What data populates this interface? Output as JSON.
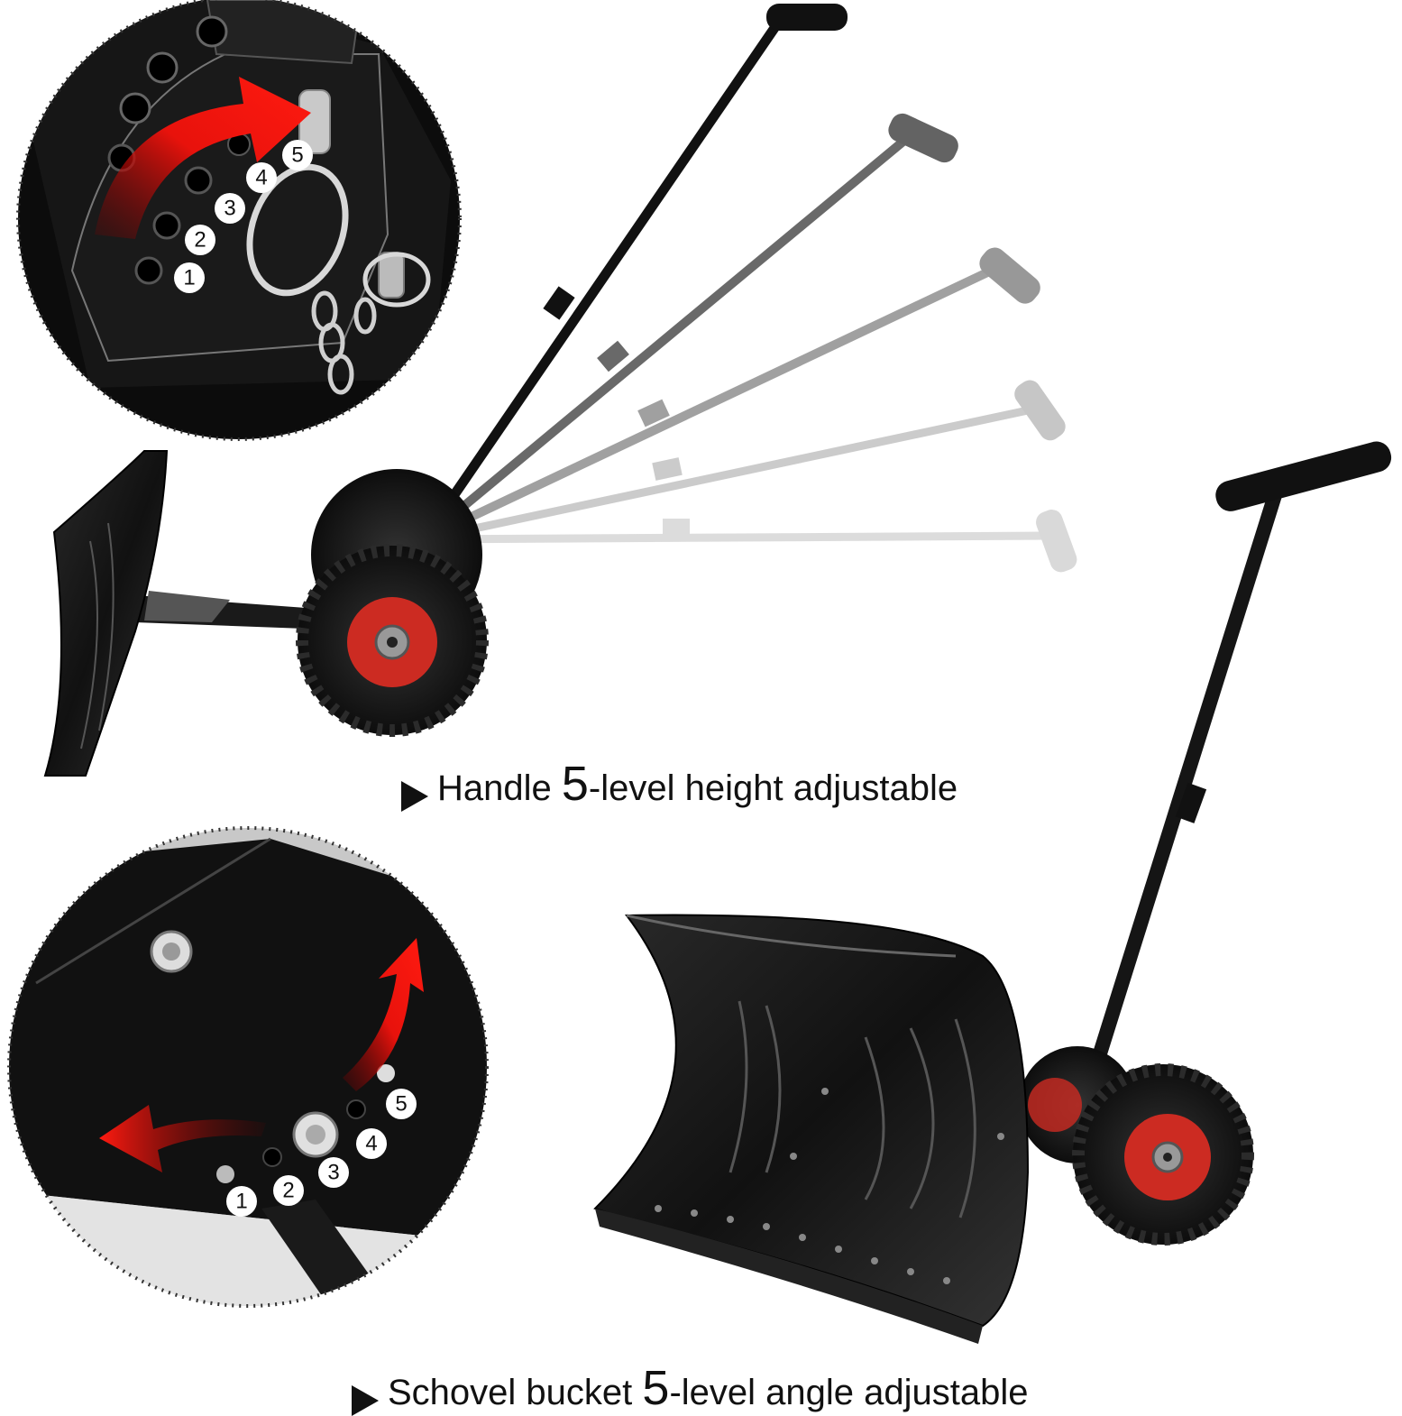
{
  "captions": {
    "handle": {
      "prefix": "Handle ",
      "number": "5",
      "suffix": "-level height adjustable"
    },
    "bucket": {
      "prefix": "Schovel bucket ",
      "number": "5",
      "suffix": "-level angle adjustable"
    }
  },
  "handle_detail": {
    "levels": [
      "1",
      "2",
      "3",
      "4",
      "5"
    ]
  },
  "bucket_detail": {
    "levels": [
      "1",
      "2",
      "3",
      "4",
      "5"
    ]
  },
  "colors": {
    "accent_red": "#e8120c",
    "steel_black": "#1c1c1c",
    "hub_red": "#cc2b22",
    "tire_black": "#151515"
  },
  "icons": [
    "triangle-bullet-icon",
    "curved-arrow-icon"
  ]
}
